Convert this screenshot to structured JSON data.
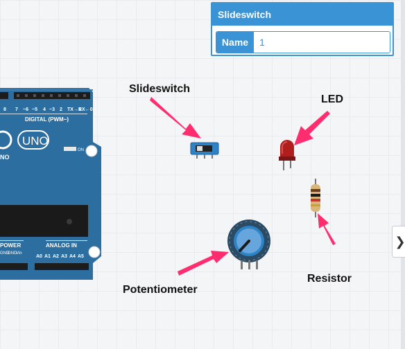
{
  "inspector": {
    "title": "Slideswitch",
    "name_label": "Name",
    "name_value": "1"
  },
  "callouts": {
    "slideswitch": "Slideswitch",
    "led": "LED",
    "resistor": "Resistor",
    "potentiometer": "Potentiometer"
  },
  "board": {
    "digital_label": "DIGITAL (PWM~)",
    "model": "UNO",
    "brand_fragment": "NO",
    "on_label": "ON",
    "power_label": "POWER",
    "analog_label": "ANALOG IN",
    "digital_pins": [
      "8",
      "7",
      "~6",
      "~5",
      "4",
      "~3",
      "2",
      "TX→1",
      "RX←0"
    ],
    "analog_pins": [
      "A0",
      "A1",
      "A2",
      "A3",
      "A4",
      "A5"
    ],
    "power_pins": [
      "GND",
      "GND",
      "Vin"
    ]
  },
  "colors": {
    "accent": "#3a93d4",
    "board": "#2d6ea0",
    "arrow": "#ff2d6f",
    "led": "#b01e1e"
  },
  "icons": {
    "panel_toggle": "chevron-right-icon"
  },
  "panel_toggle_glyph": "❯"
}
